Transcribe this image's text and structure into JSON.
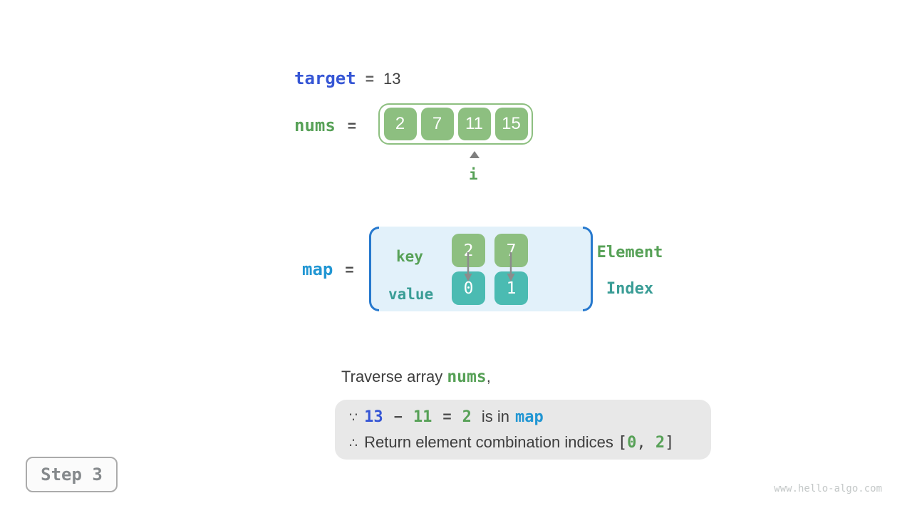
{
  "colors": {
    "green_text": "#57A157",
    "green_fill": "#8DBF80",
    "teal_text": "#3A9D96",
    "teal_fill": "#4BBBB2",
    "indigo_text": "#3656D5",
    "blue_text": "#2196D3",
    "bracket_blue": "#2779CE",
    "map_bg": "#E2F1FA",
    "result_box_bg": "#E8E8E8"
  },
  "target_line": {
    "label": "target",
    "equals": "=",
    "value": "13"
  },
  "nums_line": {
    "label": "nums",
    "equals": "="
  },
  "nums_array": {
    "cells": [
      "2",
      "7",
      "11",
      "15"
    ]
  },
  "pointer": {
    "label": "i"
  },
  "map_line": {
    "label": "map",
    "equals": "="
  },
  "map": {
    "key_label": "key",
    "value_label": "value",
    "keys": [
      "2",
      "7"
    ],
    "values": [
      "0",
      "1"
    ]
  },
  "legend": {
    "element": "Element",
    "index": "Index"
  },
  "caption": {
    "prefix": "Traverse array ",
    "code": "nums",
    "suffix": ","
  },
  "result_box": {
    "line1": {
      "symbol": "∵",
      "operand1": "13",
      "operator": "−",
      "operand2": "11",
      "equals": "=",
      "result": "2",
      "text": "is in",
      "code": "map"
    },
    "line2": {
      "symbol": "∴",
      "text": "Return element combination indices",
      "bracket_open": "[",
      "index1": "0",
      "separator": ", ",
      "index2": "2",
      "bracket_close": "]"
    }
  },
  "step_badge": {
    "label": "Step 3"
  },
  "watermark": {
    "text": "www.hello-algo.com"
  }
}
